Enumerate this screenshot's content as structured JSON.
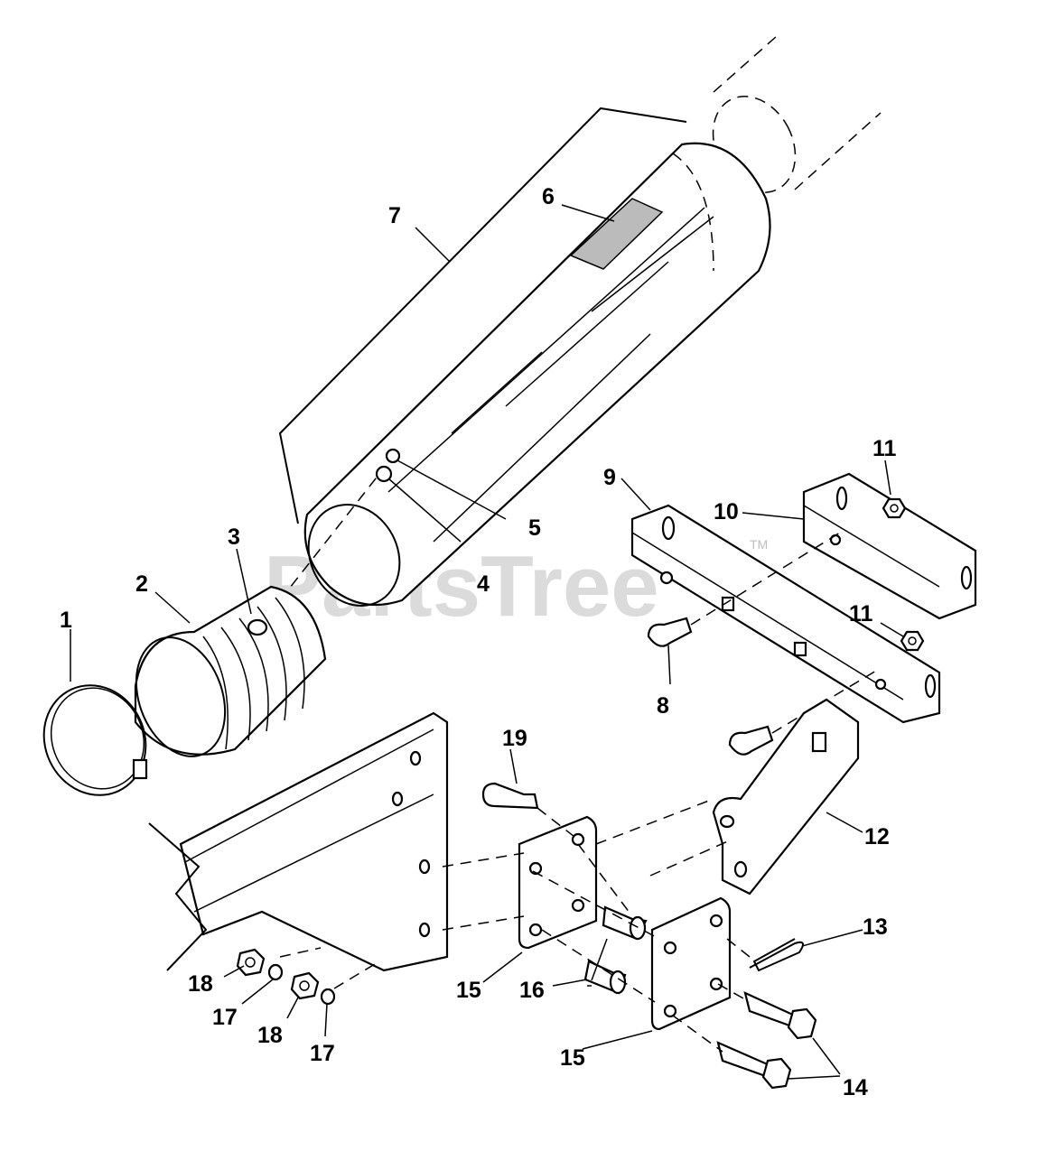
{
  "watermark": {
    "text": "PartsTree",
    "trademark": "TM"
  },
  "callouts": [
    {
      "id": "c1",
      "label": "1"
    },
    {
      "id": "c2",
      "label": "2"
    },
    {
      "id": "c3",
      "label": "3"
    },
    {
      "id": "c4",
      "label": "4"
    },
    {
      "id": "c5",
      "label": "5"
    },
    {
      "id": "c6",
      "label": "6"
    },
    {
      "id": "c7",
      "label": "7"
    },
    {
      "id": "c8",
      "label": "8"
    },
    {
      "id": "c9",
      "label": "9"
    },
    {
      "id": "c10",
      "label": "10"
    },
    {
      "id": "c11a",
      "label": "11"
    },
    {
      "id": "c11b",
      "label": "11"
    },
    {
      "id": "c12",
      "label": "12"
    },
    {
      "id": "c13",
      "label": "13"
    },
    {
      "id": "c14",
      "label": "14"
    },
    {
      "id": "c15a",
      "label": "15"
    },
    {
      "id": "c15b",
      "label": "15"
    },
    {
      "id": "c16",
      "label": "16"
    },
    {
      "id": "c17a",
      "label": "17"
    },
    {
      "id": "c17b",
      "label": "17"
    },
    {
      "id": "c18a",
      "label": "18"
    },
    {
      "id": "c18b",
      "label": "18"
    },
    {
      "id": "c19",
      "label": "19"
    }
  ]
}
